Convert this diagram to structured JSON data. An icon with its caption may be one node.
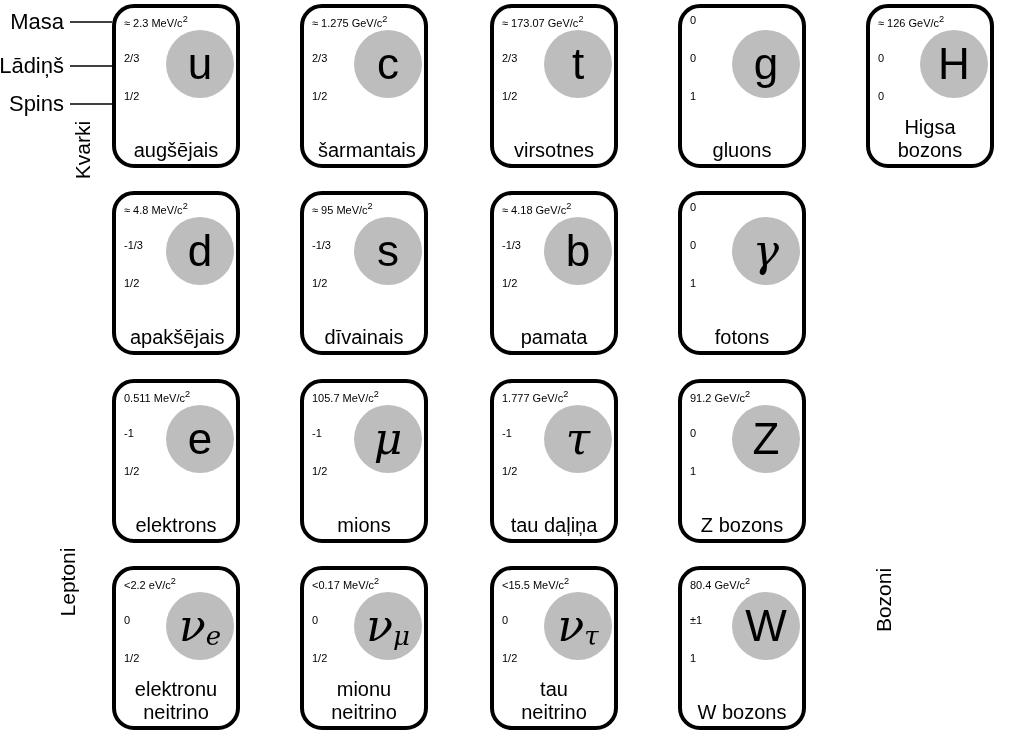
{
  "diagram": {
    "nodes": [
      {
        "text": [
          "Masa"
        ]
      },
      {
        "text": [
          "Lādiņš"
        ]
      },
      {
        "text": [
          "Spins"
        ]
      },
      {
        "text": [
          "≈ 2.3 MeV/c$^{2}$",
          "2/3",
          "1/2",
          "augšējais"
        ]
      },
      {
        "text": [
          "u"
        ],
        "in": 3
      },
      {
        "text": [
          "≈ 1.275 GeV/c$^{2}$",
          "2/3",
          "1/2",
          "šarmantais"
        ]
      },
      {
        "text": [
          "c"
        ],
        "in": 5
      },
      {
        "text": [
          "≈ 173.07 GeV/c$^{2}$",
          "2/3",
          "1/2",
          "virsotnes"
        ]
      },
      {
        "text": [
          "t"
        ],
        "in": 7
      },
      {
        "text": [
          "0",
          "0",
          "1",
          "gluons"
        ]
      },
      {
        "text": [
          "g"
        ],
        "in": 9
      },
      {
        "text": [
          "≈ 126 GeV/c$^{2}$",
          "0",
          "0",
          "Higsa bozons"
        ]
      },
      {
        "text": [
          "H"
        ],
        "in": 11
      },
      {
        "text": [
          "≈ 4.8 MeV/c$^{2}$",
          "-1/3",
          "1/2",
          "apakšējais"
        ]
      },
      {
        "text": [
          "d"
        ],
        "in": 13
      },
      {
        "text": [
          "≈ 95 MeV/c$^{2}$",
          "-1/3",
          "1/2",
          "dīvainais"
        ]
      },
      {
        "text": [
          "s"
        ],
        "in": 15
      },
      {
        "text": [
          "≈ 4.18 GeV/c$^{2}$",
          "-1/3",
          "1/2",
          "pamata"
        ]
      },
      {
        "text": [
          "b"
        ],
        "in": 17
      },
      {
        "text": [
          "0",
          "0",
          "1",
          "fotons"
        ]
      },
      {
        "text": [
          "γ"
        ],
        "in": 19
      },
      {
        "text": [
          "0.511 MeV/c$^{2}$",
          "-1",
          "1/2",
          "elektrons"
        ]
      },
      {
        "text": [
          "e"
        ],
        "in": 21
      },
      {
        "text": [
          "105.7 MeV/c$^{2}$",
          "-1",
          "1/2",
          "mions"
        ]
      },
      {
        "text": [
          "μ"
        ],
        "in": 23
      },
      {
        "text": [
          "1.777 GeV/c$^{2}$",
          "-1",
          "1/2",
          "tau daļiņa"
        ]
      },
      {
        "text": [
          "τ"
        ],
        "in": 25
      },
      {
        "text": [
          "91.2 GeV/c$^{2}$",
          "0",
          "1",
          "Z bozons"
        ]
      },
      {
        "text": [
          "Z"
        ],
        "in": 27
      },
      {
        "text": [
          "<2.2 eV/c$^{2}$",
          "0",
          "1/2",
          "elektronu neitrino"
        ]
      },
      {
        "text": [
          "ν$_{e}$"
        ],
        "in": 29
      },
      {
        "text": [
          "<0.17 MeV/c$^{2}$",
          "0",
          "1/2",
          "mionu neitrino"
        ]
      },
      {
        "text": [
          "ν$_{μ}$"
        ],
        "in": 31
      },
      {
        "text": [
          "<15.5 MeV/c$^{2}$",
          "0",
          "1/2",
          "tau neitrino"
        ]
      },
      {
        "text": [
          "ν$_{τ}$"
        ],
        "in": 33
      },
      {
        "text": [
          "80.4 GeV/c$^{2}$",
          "±1",
          "1",
          "W bozons"
        ]
      },
      {
        "text": [
          "W"
        ],
        "in": 35
      }
    ],
    "edges": [
      {
        "from": 0,
        "to": 3,
        "arrow": "none"
      },
      {
        "from": 1,
        "to": 3,
        "arrow": "none"
      },
      {
        "from": 2,
        "to": 3,
        "arrow": "none"
      }
    ],
    "labels": [
      "Kvarki",
      "Leptoni",
      "Bozoni"
    ]
  }
}
